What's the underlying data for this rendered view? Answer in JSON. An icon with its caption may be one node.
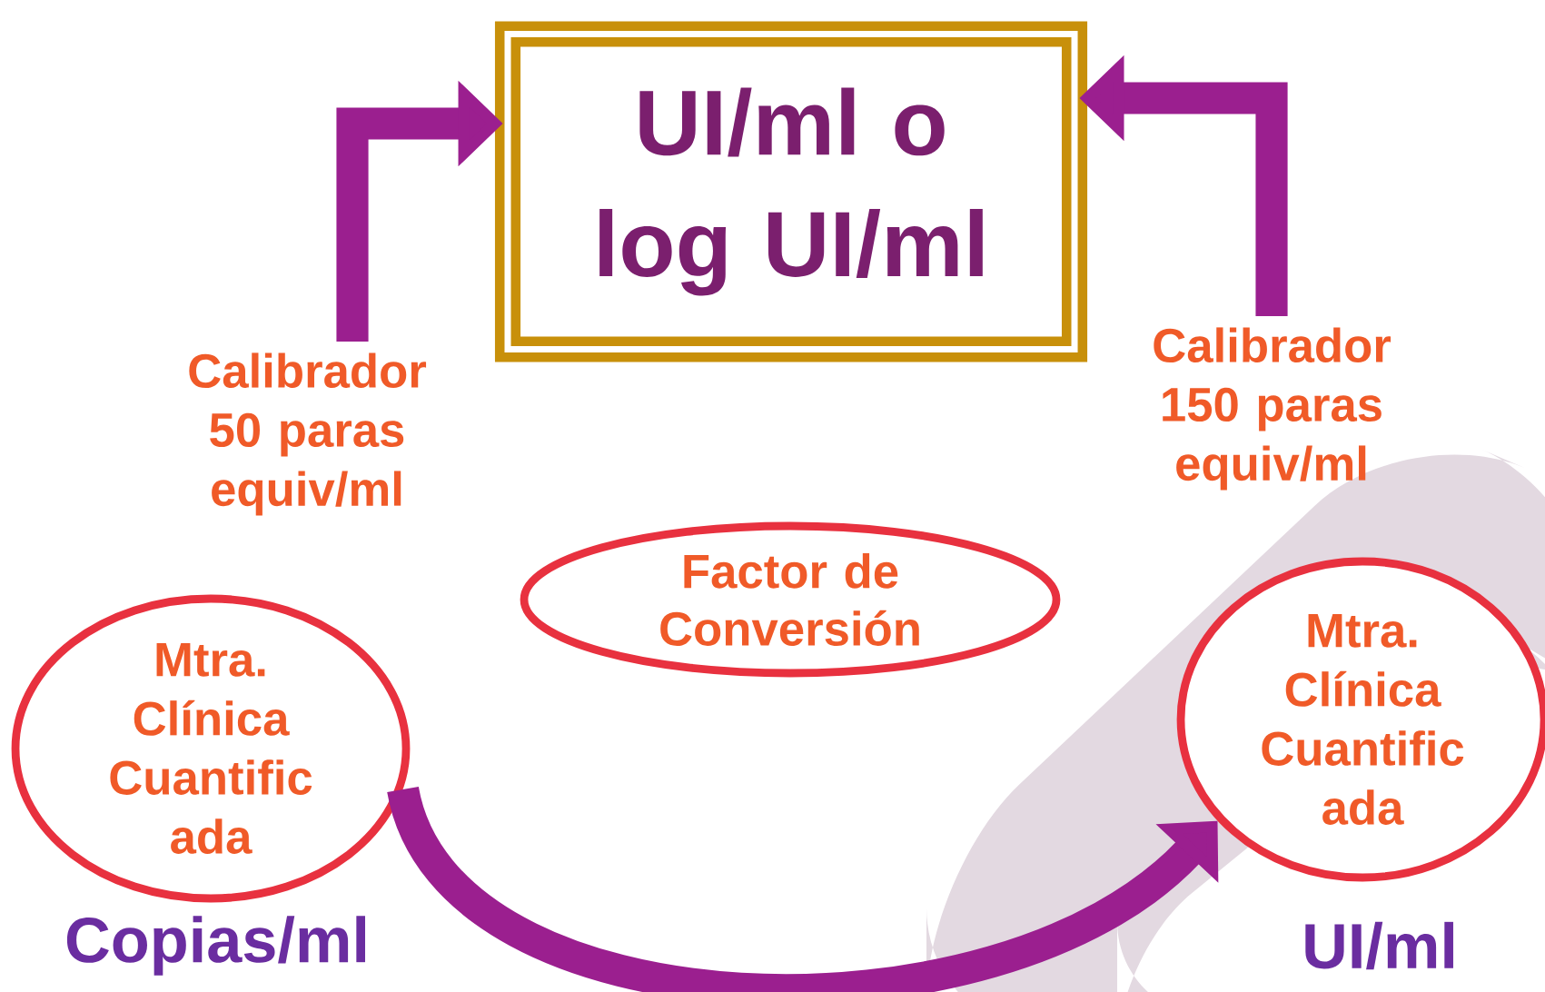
{
  "diagram": {
    "nodes": [
      {
        "text": [
          "UI/ml o log UI/ml"
        ]
      },
      {
        "text": [
          "Calibrador 50 paras equiv/ml"
        ]
      },
      {
        "text": [
          "Calibrador 150 paras equiv/ml"
        ]
      },
      {
        "text": [
          "Factor de Conversión"
        ]
      },
      {
        "text": [
          "Mtra. Clínica Cuantific ada"
        ],
        "beside": [
          "Copias/ml"
        ]
      },
      {
        "text": [
          "Mtra. Clínica Cuantific ada"
        ],
        "beside": [
          "UI/ml"
        ]
      }
    ],
    "edges": [
      {
        "from": 1,
        "to": 0,
        "arrow": "to"
      },
      {
        "from": 2,
        "to": 0,
        "arrow": "to"
      },
      {
        "from": 4,
        "to": 5,
        "arrow": "to"
      }
    ]
  }
}
